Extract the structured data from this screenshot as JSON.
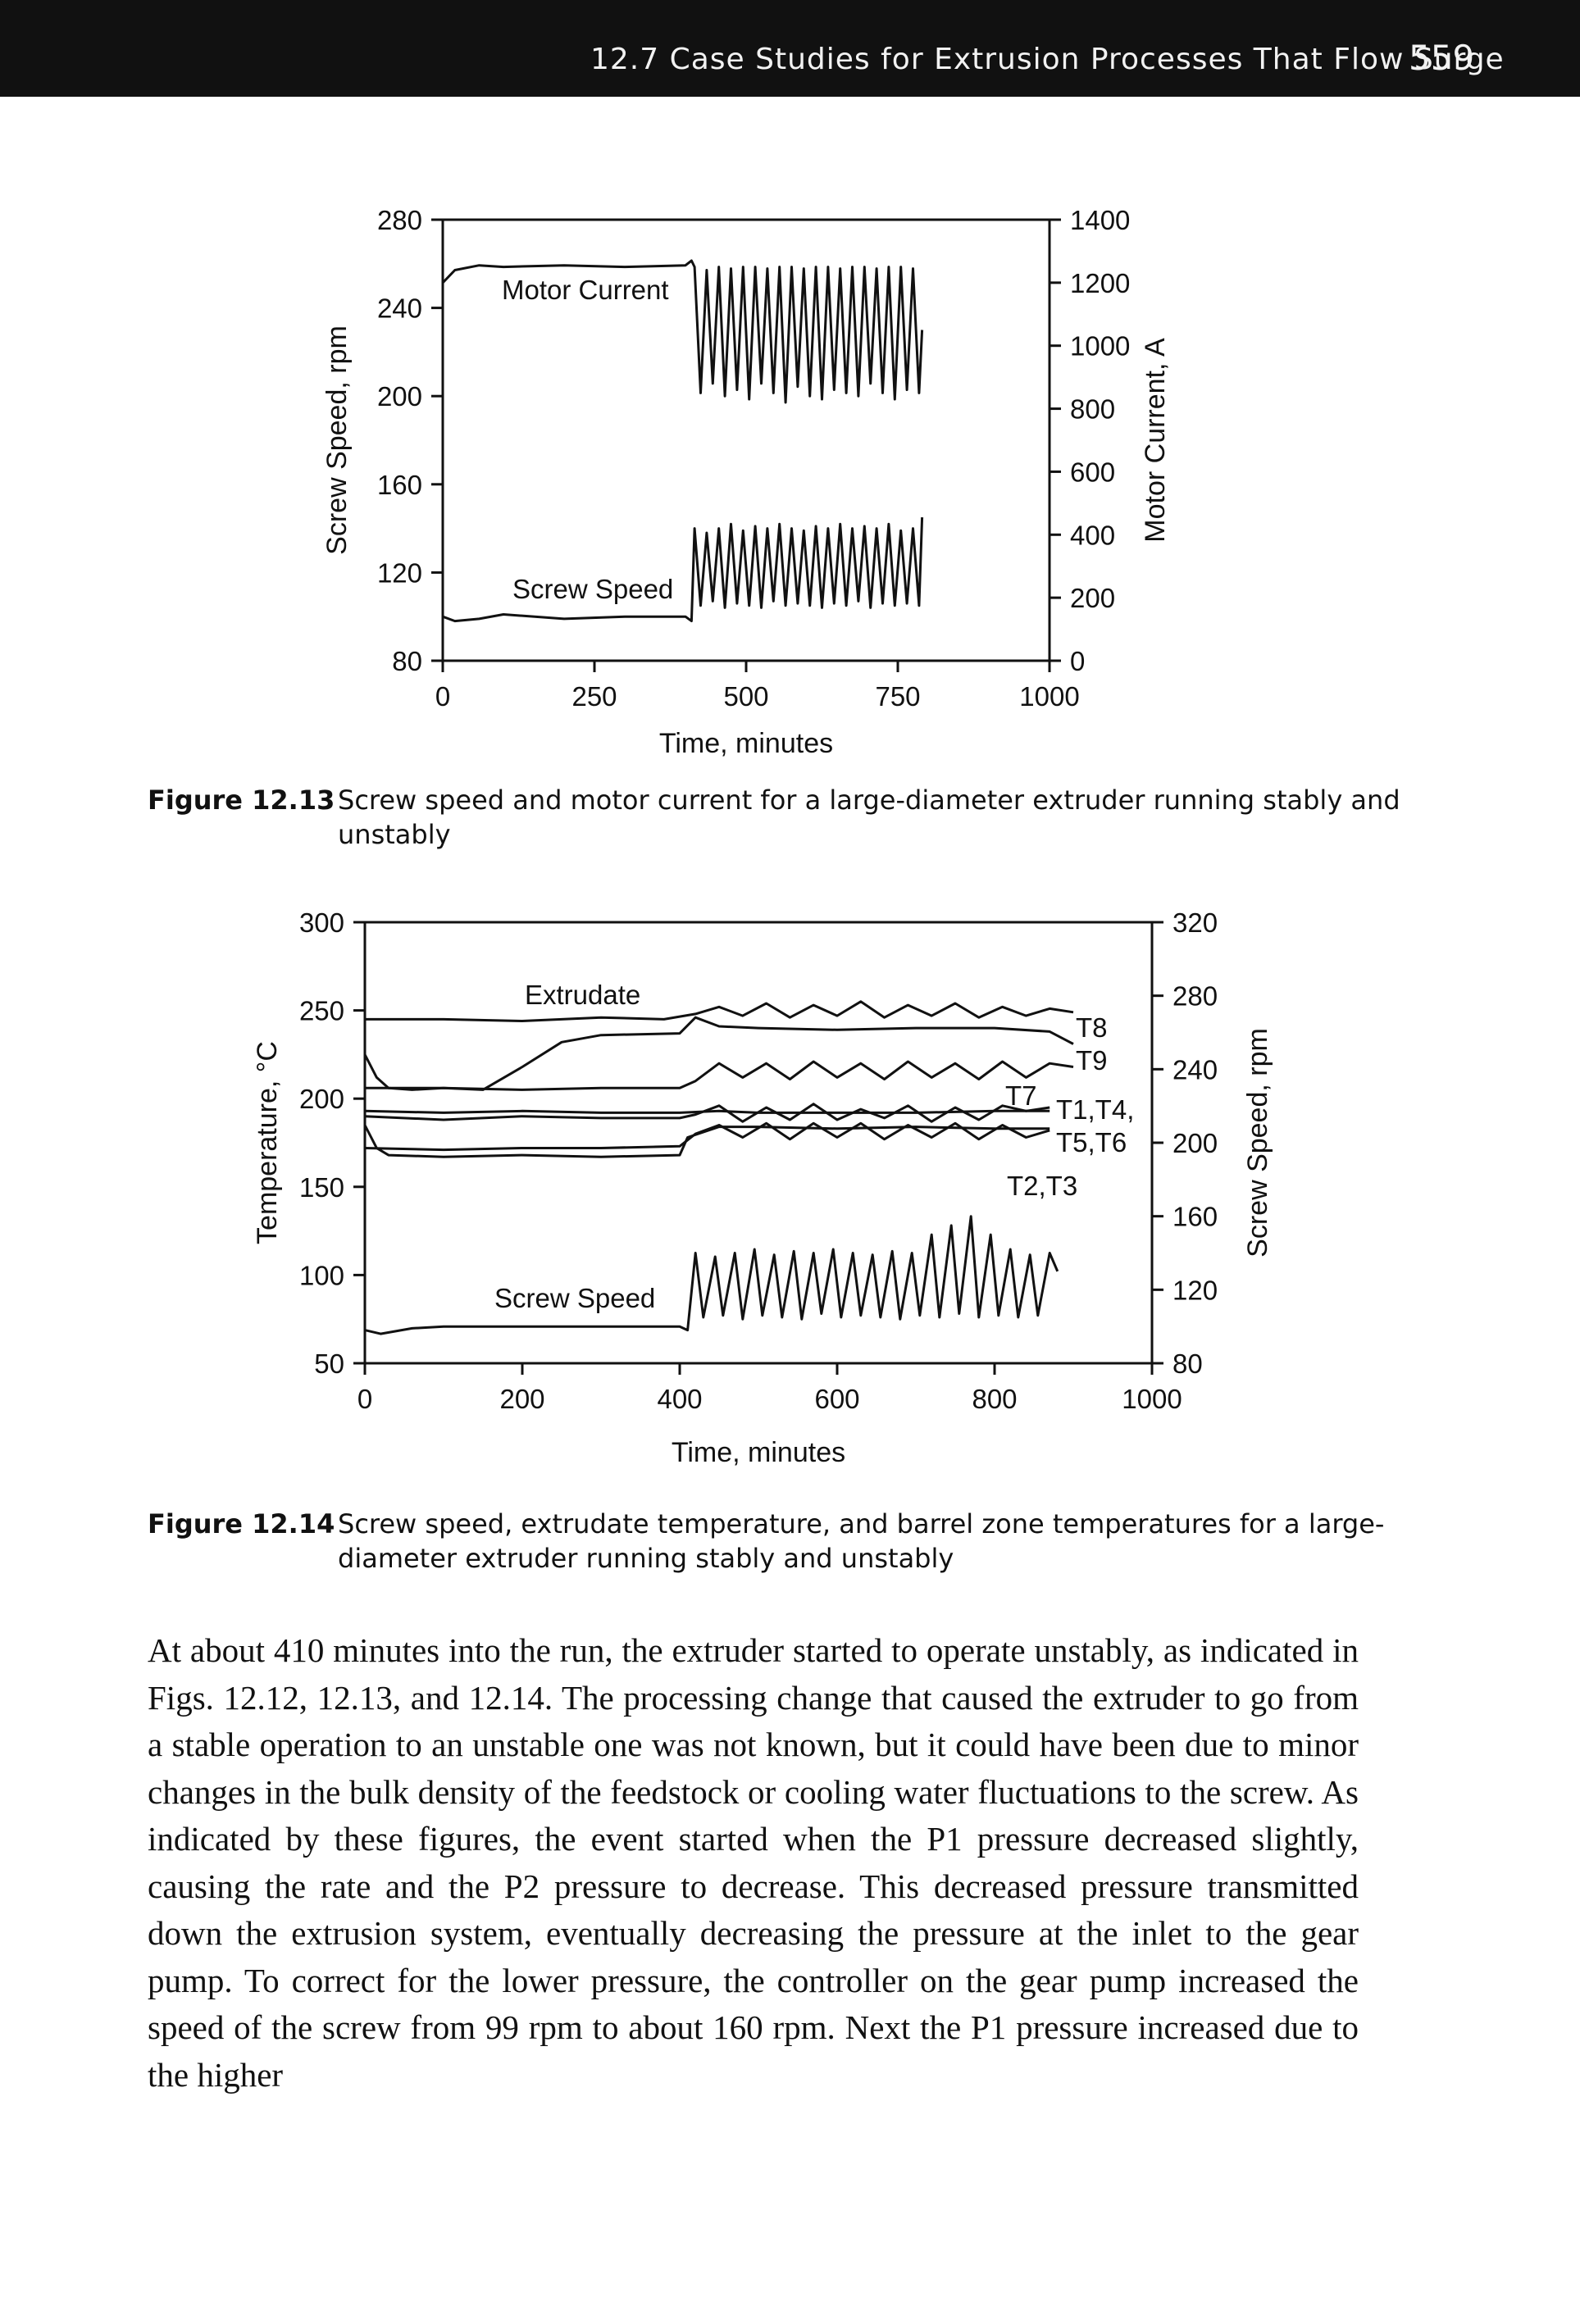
{
  "header": {
    "running_title": "12.7 Case Studies for Extrusion Processes That Flow Surge",
    "page_number": "559"
  },
  "figure_12_13": {
    "caption_number": "Figure 12.13",
    "caption_text": "Screw speed and motor current for a large-diameter extruder running stably and unstably"
  },
  "figure_12_14": {
    "caption_number": "Figure 12.14",
    "caption_text": "Screw speed, extrudate temperature, and barrel zone temperatures for a large-diameter extruder running stably and unstably"
  },
  "body_text": "At about 410 minutes into the run, the extruder started to operate unstably, as indicated in Figs. 12.12, 12.13, and 12.14. The processing change that caused the extruder to go from a stable operation to an unstable one was not known, but it could have been due to minor changes in the bulk density of the feedstock or cooling water fluctuations to the screw. As indicated by these figures, the event started when the P1 pressure decreased slightly, causing the rate and the P2 pressure to decrease. This decreased pressure transmitted down the extrusion system, eventually decreasing the pressure at the inlet to the gear pump. To correct for the lower pressure, the controller on the gear pump increased the speed of the screw from 99 rpm to about 160 rpm. Next the P1 pressure increased due to the higher",
  "chart_data": [
    {
      "type": "line",
      "xlabel": "Time, minutes",
      "ylabel": "Screw Speed, rpm",
      "y2label": "Motor Current, A",
      "xlim": [
        0,
        1000
      ],
      "ylim": [
        80,
        280
      ],
      "y2lim": [
        0,
        1400
      ],
      "x_ticks": [
        "0",
        "250",
        "500",
        "750",
        "1000"
      ],
      "y_ticks": [
        "80",
        "120",
        "160",
        "200",
        "240",
        "280"
      ],
      "y2_ticks": [
        "0",
        "200",
        "400",
        "600",
        "800",
        "1000",
        "1200",
        "1400"
      ],
      "annotations": [
        "Motor Current",
        "Screw Speed"
      ],
      "series": [
        {
          "name": "Motor Current",
          "axis": "right",
          "x": [
            0,
            20,
            60,
            100,
            200,
            300,
            400,
            410,
            415,
            425,
            435,
            445,
            455,
            465,
            475,
            485,
            495,
            505,
            515,
            525,
            535,
            545,
            555,
            565,
            575,
            585,
            595,
            605,
            615,
            625,
            635,
            645,
            655,
            665,
            675,
            685,
            695,
            705,
            715,
            725,
            735,
            745,
            755,
            765,
            775,
            785,
            790
          ],
          "values": [
            1200,
            1240,
            1255,
            1250,
            1255,
            1250,
            1255,
            1270,
            1250,
            850,
            1240,
            880,
            1250,
            840,
            1245,
            860,
            1250,
            830,
            1250,
            880,
            1245,
            850,
            1250,
            820,
            1250,
            870,
            1245,
            840,
            1250,
            830,
            1250,
            860,
            1245,
            850,
            1250,
            840,
            1250,
            880,
            1245,
            850,
            1250,
            830,
            1250,
            860,
            1245,
            850,
            1050
          ]
        },
        {
          "name": "Screw Speed",
          "axis": "left",
          "x": [
            0,
            20,
            60,
            100,
            200,
            300,
            400,
            410,
            415,
            425,
            435,
            445,
            455,
            465,
            475,
            485,
            495,
            505,
            515,
            525,
            535,
            545,
            555,
            565,
            575,
            585,
            595,
            605,
            615,
            625,
            635,
            645,
            655,
            665,
            675,
            685,
            695,
            705,
            715,
            725,
            735,
            745,
            755,
            765,
            775,
            785,
            790
          ],
          "values": [
            100,
            98,
            99,
            101,
            99,
            100,
            100,
            98,
            140,
            105,
            138,
            107,
            140,
            104,
            142,
            106,
            139,
            105,
            141,
            104,
            140,
            107,
            142,
            105,
            140,
            106,
            139,
            105,
            141,
            104,
            140,
            106,
            142,
            105,
            140,
            107,
            141,
            104,
            140,
            106,
            142,
            105,
            139,
            106,
            140,
            105,
            145
          ]
        }
      ]
    },
    {
      "type": "line",
      "xlabel": "Time, minutes",
      "ylabel": "Temperature, °C",
      "y2label": "Screw Speed, rpm",
      "xlim": [
        0,
        1000
      ],
      "ylim": [
        50,
        300
      ],
      "y2lim": [
        80,
        320
      ],
      "x_ticks": [
        "0",
        "200",
        "400",
        "600",
        "800",
        "1000"
      ],
      "y_ticks": [
        "50",
        "100",
        "150",
        "200",
        "250",
        "300"
      ],
      "y2_ticks": [
        "80",
        "120",
        "160",
        "200",
        "240",
        "280",
        "320"
      ],
      "annotations": [
        "Extrudate",
        "T8",
        "T9",
        "T7",
        "T1,T4,",
        "T5,T6",
        "T2,T3",
        "Screw Speed"
      ],
      "series": [
        {
          "name": "Extrudate",
          "axis": "left",
          "x": [
            0,
            100,
            200,
            300,
            380,
            420,
            450,
            480,
            510,
            540,
            570,
            600,
            630,
            660,
            690,
            720,
            750,
            780,
            810,
            840,
            870,
            900
          ],
          "values": [
            245,
            245,
            244,
            246,
            245,
            248,
            252,
            247,
            254,
            246,
            253,
            247,
            255,
            246,
            253,
            247,
            254,
            246,
            252,
            247,
            251,
            249
          ]
        },
        {
          "name": "T8",
          "axis": "left",
          "x": [
            0,
            15,
            30,
            60,
            100,
            150,
            200,
            250,
            300,
            400,
            420,
            450,
            500,
            600,
            700,
            800,
            870,
            900
          ],
          "values": [
            225,
            212,
            206,
            205,
            206,
            205,
            218,
            232,
            236,
            237,
            246,
            241,
            240,
            239,
            240,
            240,
            238,
            231
          ]
        },
        {
          "name": "T9",
          "axis": "left",
          "x": [
            0,
            100,
            200,
            300,
            400,
            420,
            450,
            480,
            510,
            540,
            570,
            600,
            630,
            660,
            690,
            720,
            750,
            780,
            810,
            840,
            870,
            900
          ],
          "values": [
            206,
            206,
            205,
            206,
            206,
            210,
            220,
            212,
            220,
            211,
            221,
            212,
            220,
            211,
            221,
            212,
            220,
            211,
            221,
            212,
            220,
            218
          ]
        },
        {
          "name": "T7",
          "axis": "left",
          "x": [
            0,
            100,
            200,
            300,
            400,
            420,
            450,
            480,
            510,
            540,
            570,
            600,
            630,
            660,
            690,
            720,
            750,
            780,
            810,
            840,
            870
          ],
          "values": [
            190,
            188,
            190,
            189,
            189,
            191,
            196,
            187,
            195,
            188,
            197,
            188,
            194,
            189,
            196,
            187,
            195,
            188,
            196,
            193,
            195
          ]
        },
        {
          "name": "T1,T4,",
          "axis": "left",
          "x": [
            0,
            100,
            200,
            300,
            400,
            450,
            500,
            600,
            700,
            800,
            870
          ],
          "values": [
            193,
            192,
            193,
            192,
            192,
            193,
            192,
            192,
            192,
            193,
            193
          ]
        },
        {
          "name": "T5,T6",
          "axis": "left",
          "x": [
            0,
            100,
            200,
            300,
            400,
            420,
            450,
            480,
            510,
            540,
            570,
            600,
            630,
            660,
            690,
            720,
            750,
            780,
            810,
            840,
            870
          ],
          "values": [
            172,
            171,
            172,
            172,
            173,
            180,
            185,
            178,
            186,
            177,
            186,
            178,
            186,
            177,
            185,
            178,
            186,
            177,
            185,
            178,
            182
          ]
        },
        {
          "name": "T2,T3",
          "axis": "left",
          "x": [
            0,
            15,
            30,
            100,
            200,
            300,
            400,
            410,
            450,
            500,
            600,
            700,
            800,
            870
          ],
          "values": [
            185,
            172,
            168,
            167,
            168,
            167,
            168,
            178,
            184,
            184,
            183,
            184,
            183,
            183
          ]
        },
        {
          "name": "Screw Speed",
          "axis": "right",
          "x": [
            0,
            20,
            60,
            100,
            200,
            300,
            400,
            410,
            420,
            430,
            445,
            455,
            470,
            480,
            495,
            505,
            520,
            530,
            545,
            555,
            570,
            580,
            595,
            605,
            620,
            630,
            645,
            655,
            670,
            680,
            695,
            705,
            720,
            730,
            745,
            755,
            770,
            780,
            795,
            805,
            820,
            830,
            845,
            855,
            870,
            880
          ],
          "values": [
            98,
            96,
            99,
            100,
            100,
            100,
            100,
            98,
            140,
            105,
            138,
            106,
            140,
            104,
            142,
            106,
            139,
            105,
            141,
            104,
            140,
            107,
            142,
            105,
            140,
            106,
            139,
            105,
            141,
            104,
            140,
            106,
            150,
            105,
            155,
            107,
            160,
            105,
            150,
            106,
            142,
            105,
            139,
            106,
            140,
            130
          ]
        }
      ]
    }
  ]
}
